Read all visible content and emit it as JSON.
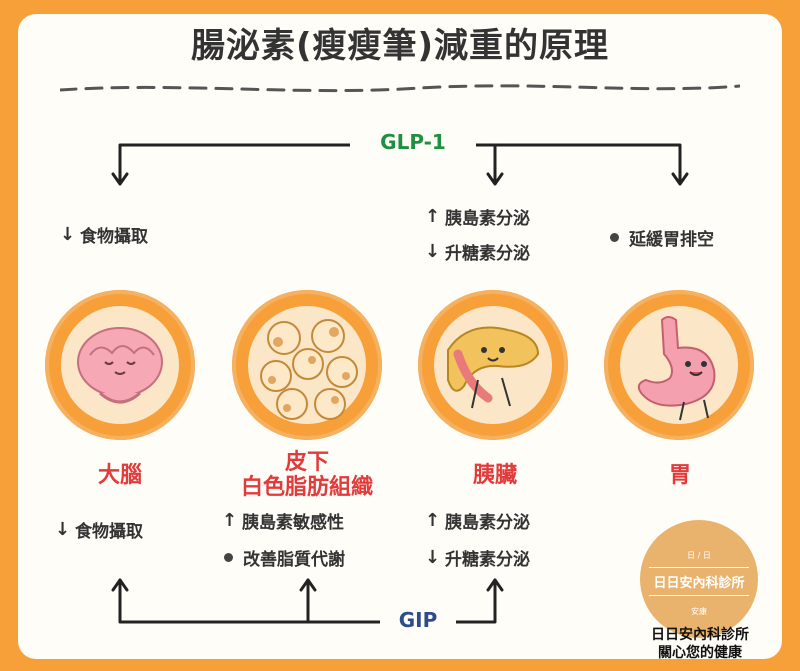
{
  "title": "腸泌素(瘦瘦筆)減重的原理",
  "glp": "GLP-1",
  "gip": "GIP",
  "organs": [
    {
      "name": "大腦",
      "icon": "brain-icon"
    },
    {
      "name": "皮下\n白色脂肪組織",
      "icon": "fat-cells-icon"
    },
    {
      "name": "胰臟",
      "icon": "pancreas-icon"
    },
    {
      "name": "胃",
      "icon": "stomach-icon"
    }
  ],
  "glp_effects": {
    "brain": [
      {
        "arrow": "↓",
        "text": "食物攝取"
      }
    ],
    "pancreas": [
      {
        "arrow": "↑",
        "text": "胰島素分泌"
      },
      {
        "arrow": "↓",
        "text": "升糖素分泌"
      }
    ],
    "stomach": [
      {
        "arrow": "●",
        "text": "延緩胃排空"
      }
    ]
  },
  "gip_effects": {
    "brain": [
      {
        "arrow": "↓",
        "text": "食物攝取"
      }
    ],
    "fat": [
      {
        "arrow": "↑",
        "text": "胰島素敏感性"
      },
      {
        "arrow": "●",
        "text": "改善脂質代謝"
      }
    ],
    "pancreas": [
      {
        "arrow": "↑",
        "text": "胰島素分泌"
      },
      {
        "arrow": "↓",
        "text": "升糖素分泌"
      }
    ]
  },
  "badge": {
    "small": "日 / 日",
    "name": "日日安內科診所",
    "sub": "安康"
  },
  "clinic": {
    "line1": "日日安內科診所",
    "line2": "關心您的健康"
  },
  "colors": {
    "frame": "#f7a03a",
    "organ_name": "#e23b3b",
    "glp": "#1e9140",
    "gip": "#2f4c8a"
  }
}
